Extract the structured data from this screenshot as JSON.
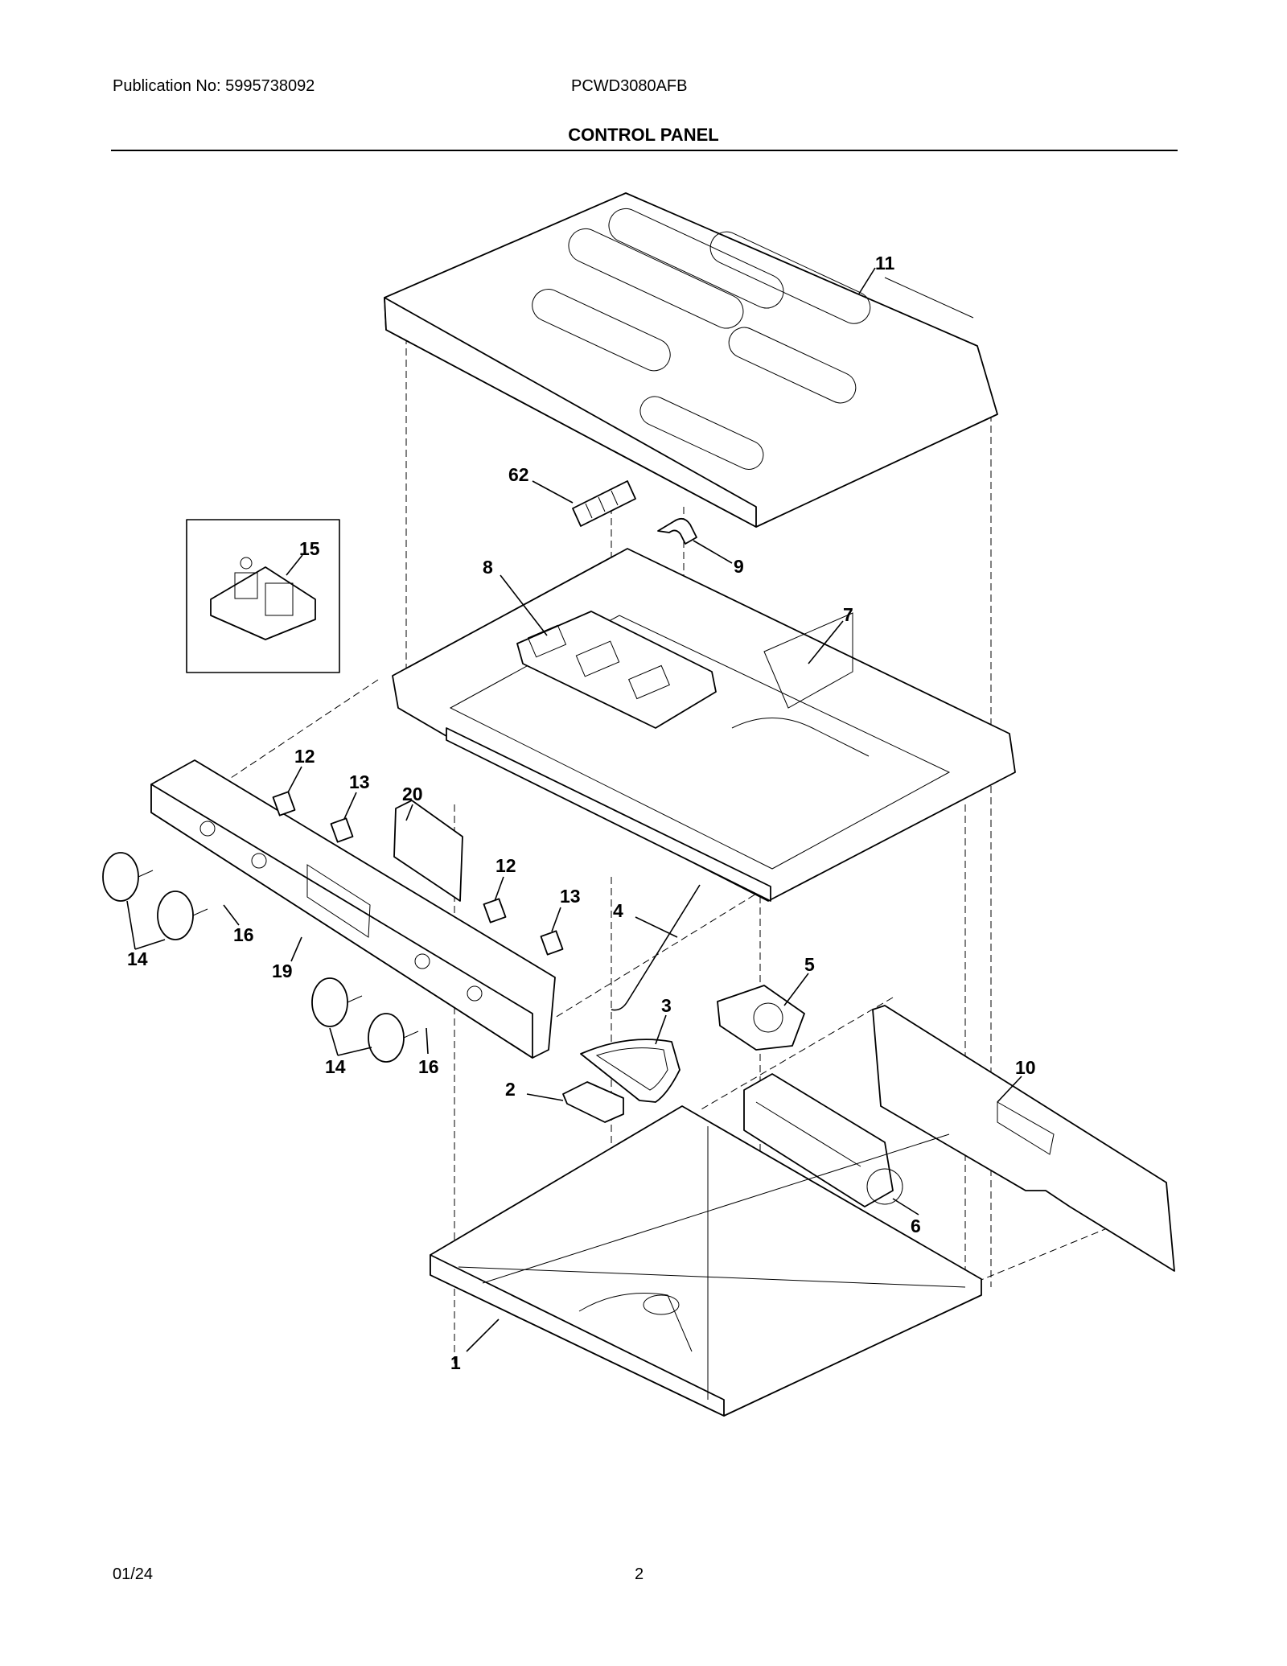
{
  "header": {
    "publication": "Publication No: 5995738092",
    "model": "PCWD3080AFB",
    "title": "CONTROL PANEL"
  },
  "footer": {
    "date": "01/24",
    "page": "2"
  },
  "callouts": {
    "c11": "11",
    "c62": "62",
    "c15": "15",
    "c8": "8",
    "c9": "9",
    "c7": "7",
    "c12a": "12",
    "c13a": "13",
    "c20": "20",
    "c12b": "12",
    "c13b": "13",
    "c4": "4",
    "c16a": "16",
    "c14a": "14",
    "c19": "19",
    "c5": "5",
    "c3": "3",
    "c10": "10",
    "c14b": "14",
    "c16b": "16",
    "c2": "2",
    "c6": "6",
    "c1": "1"
  }
}
